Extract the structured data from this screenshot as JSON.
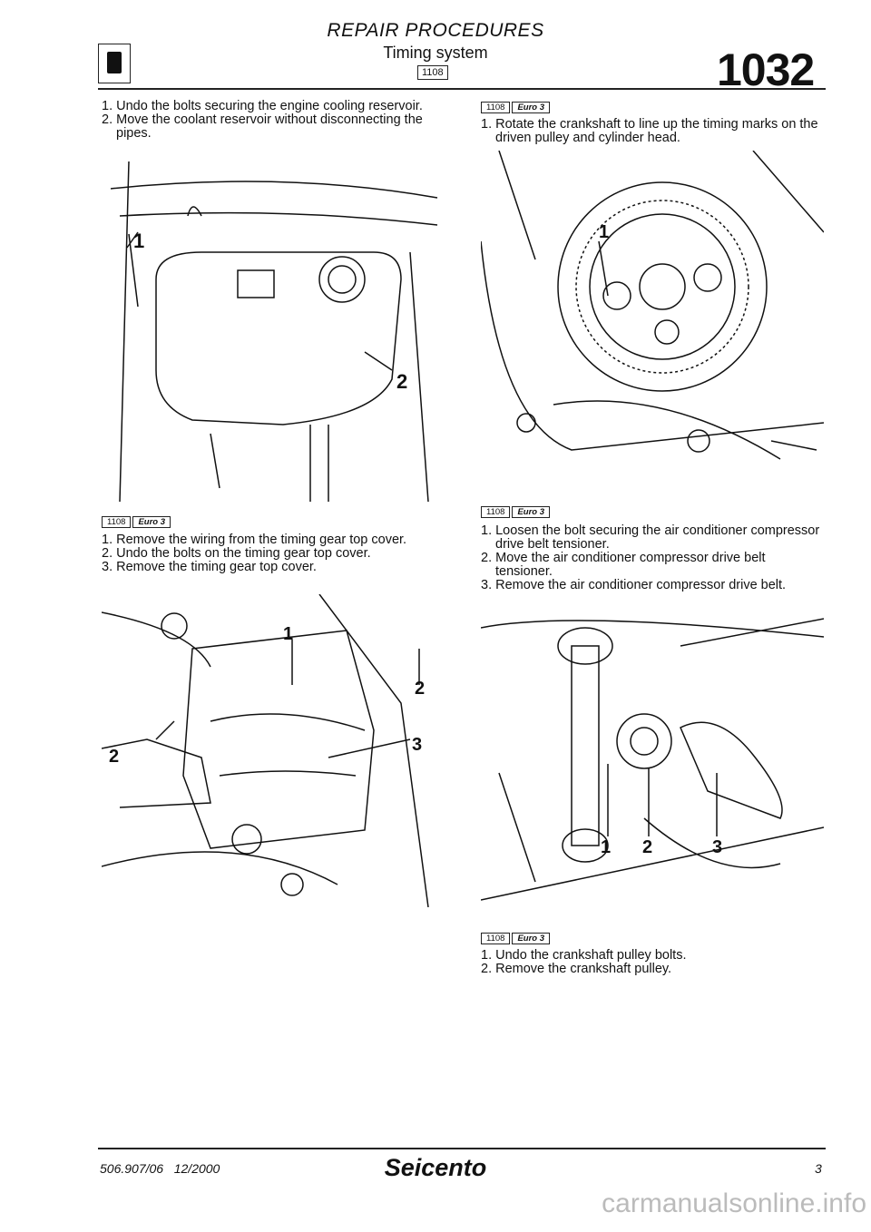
{
  "header": {
    "section": "REPAIR PROCEDURES",
    "title": "Timing system",
    "tag": "1108",
    "page_code": "1032"
  },
  "tags": {
    "engine": "1108",
    "emission": "Euro 3"
  },
  "left": [
    {
      "steps": [
        "1. Undo the bolts securing the engine cooling reservoir.",
        "2. Move the coolant reservoir without disconnecting the pipes."
      ],
      "callouts": [
        "1",
        "2"
      ]
    },
    {
      "steps": [
        "1. Remove the wiring from the timing gear top cover.",
        "2. Undo the bolts on the timing gear top cover.",
        "3. Remove the timing gear top cover."
      ],
      "callouts": [
        "1",
        "2",
        "2",
        "3"
      ]
    }
  ],
  "right": [
    {
      "steps": [
        "1. Rotate the crankshaft to line up the timing marks on the driven pulley and cylinder head."
      ],
      "callouts": [
        "1"
      ]
    },
    {
      "steps": [
        "1. Loosen the bolt securing the air conditioner compressor drive belt tensioner.",
        "2. Move the air conditioner compressor drive belt tensioner.",
        "3. Remove the air conditioner compressor drive belt."
      ],
      "callouts": [
        "1",
        "2",
        "3"
      ]
    },
    {
      "steps": [
        "1. Undo the crankshaft pulley bolts.",
        "2. Remove the crankshaft pulley."
      ]
    }
  ],
  "footer": {
    "doc": "506.907/06   12/2000",
    "model": "Seicento",
    "page": "3"
  },
  "watermark": "carmanualsonline.info"
}
